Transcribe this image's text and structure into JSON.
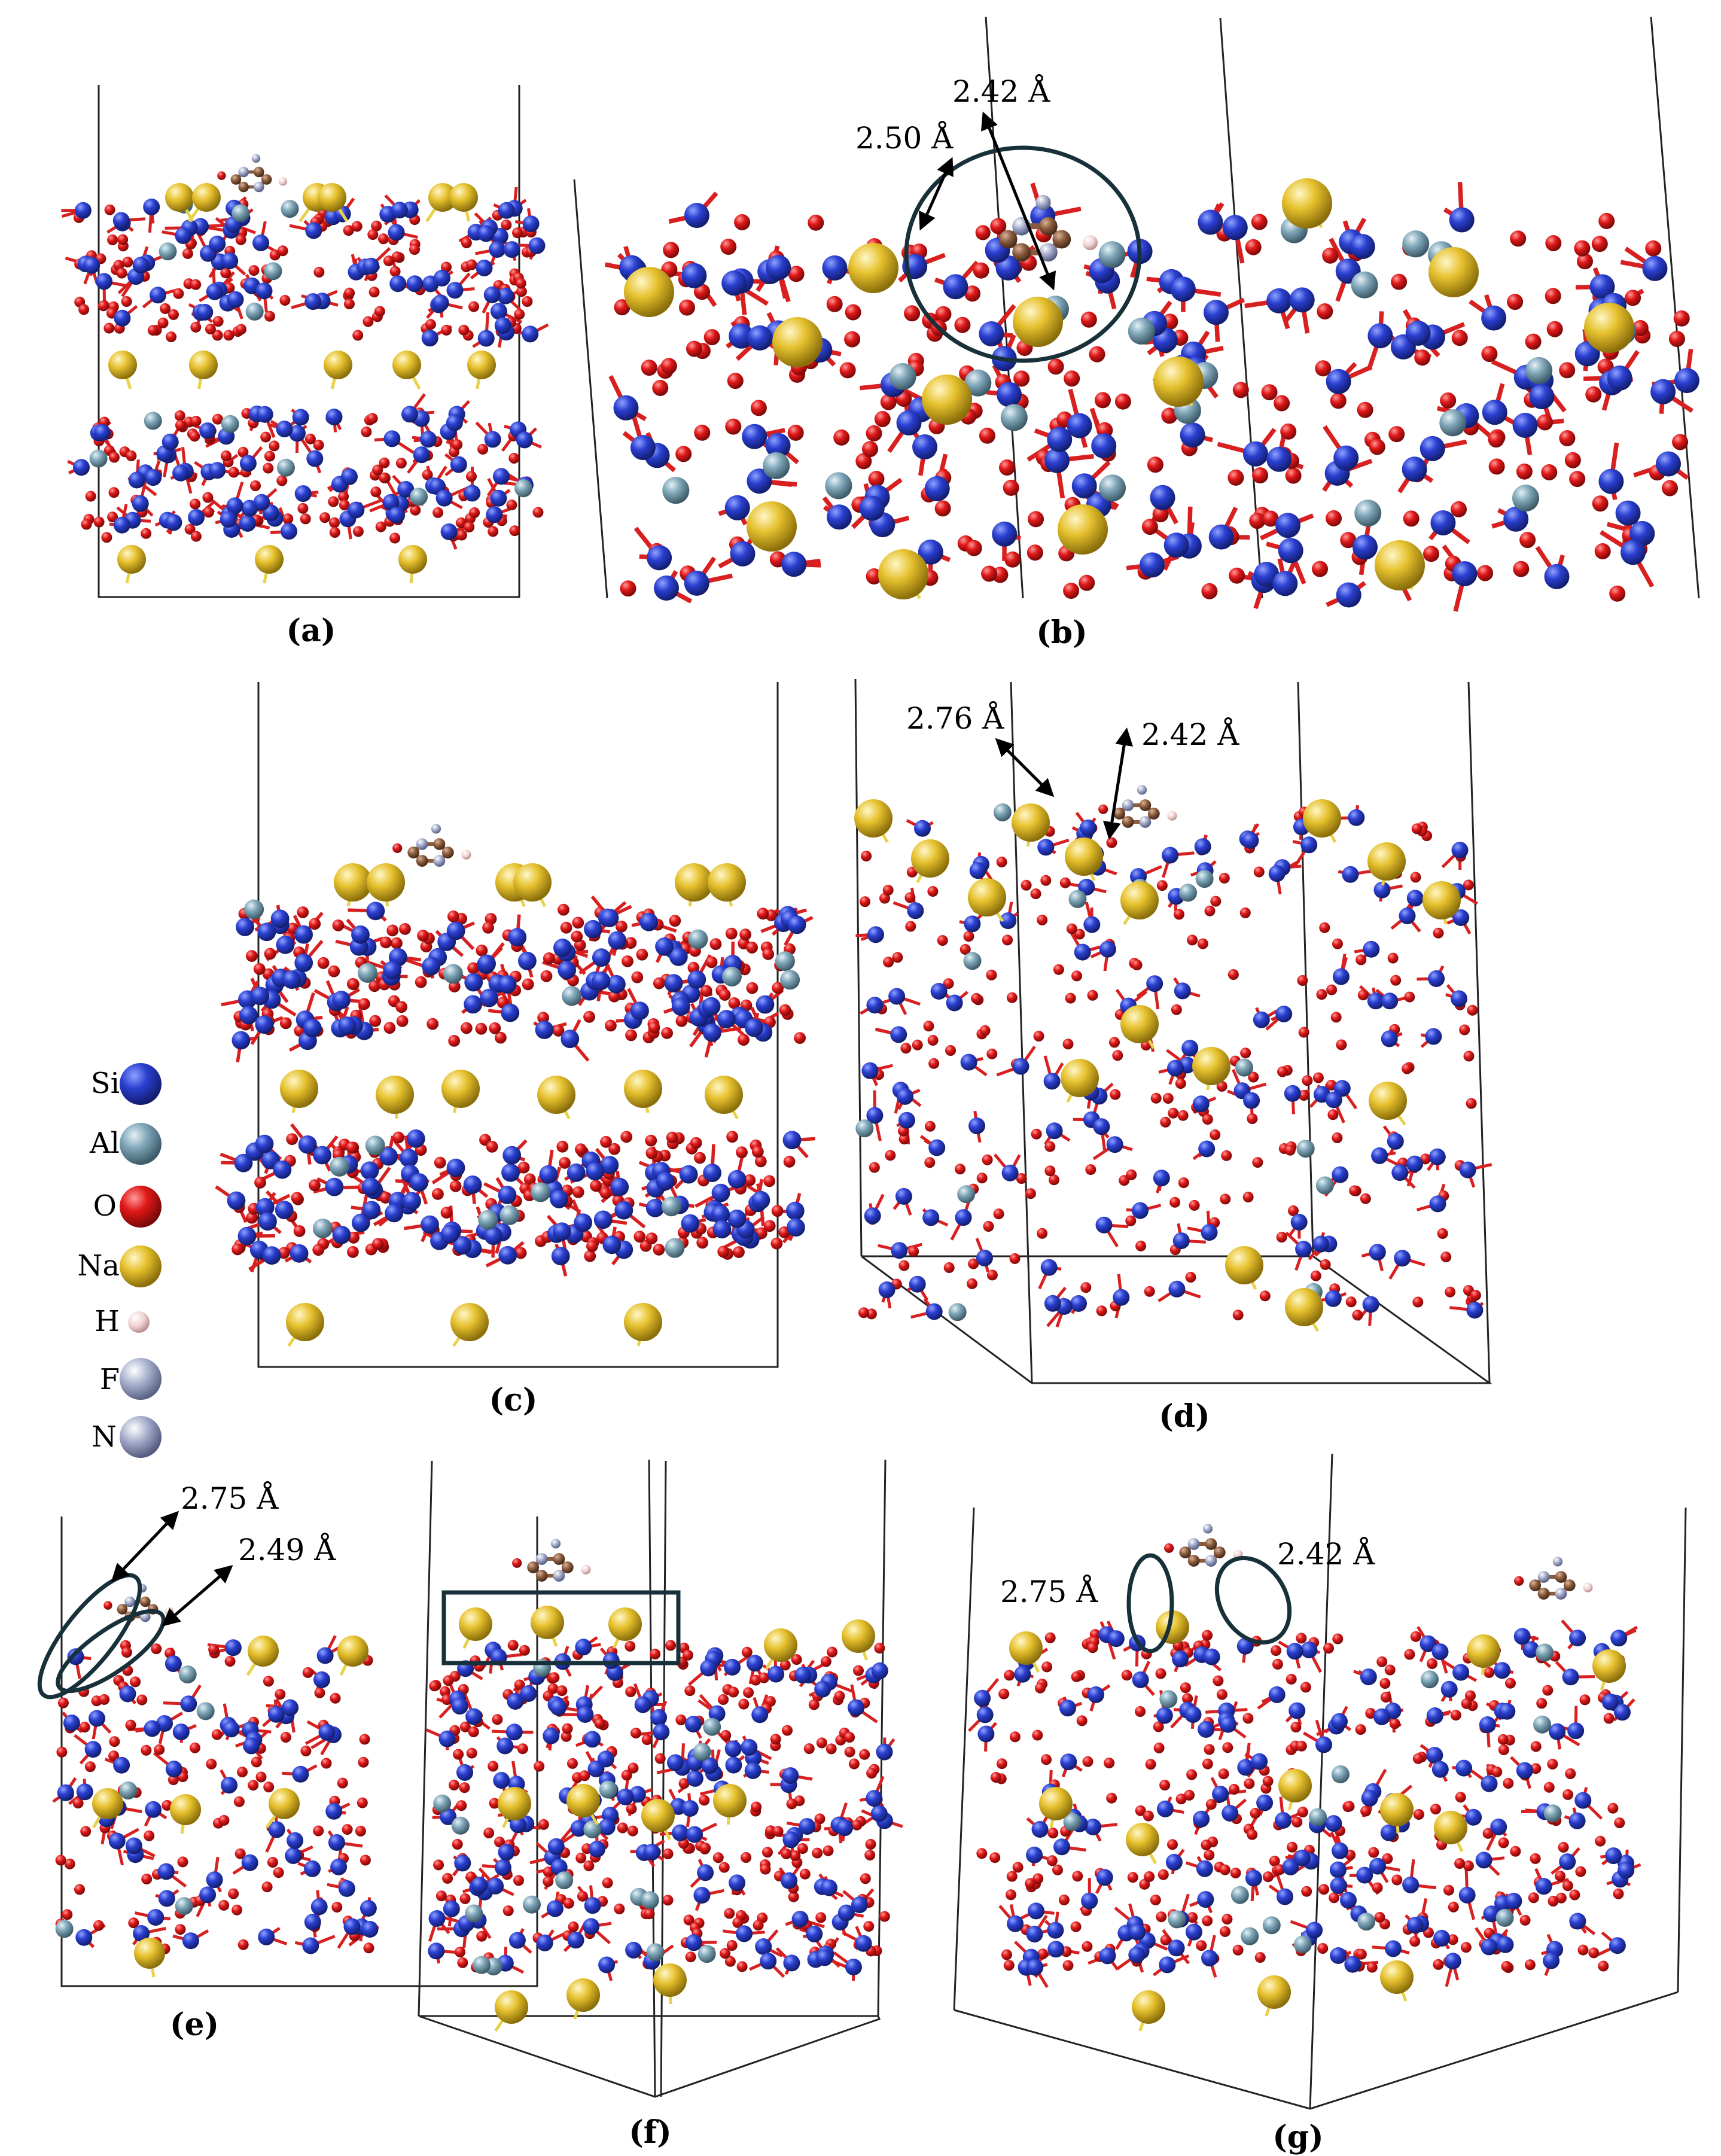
{
  "figure": {
    "panel_labels": [
      "(a)",
      "(b)",
      "(c)",
      "(d)",
      "(e)",
      "(f)",
      "(g)"
    ],
    "legend": [
      {
        "symbol": "Si",
        "color": "#2a3fd0"
      },
      {
        "symbol": "Al",
        "color": "#7fa6b8"
      },
      {
        "symbol": "O",
        "color": "#e01818"
      },
      {
        "symbol": "Na",
        "color": "#e6c12e"
      },
      {
        "symbol": "H",
        "color": "#f2d4d4"
      },
      {
        "symbol": "F",
        "color": "#a5aecc"
      },
      {
        "symbol": "N",
        "color": "#a2a8c8"
      }
    ],
    "distances": {
      "b": [
        "2.50 Å",
        "2.42 Å"
      ],
      "d": [
        "2.76 Å",
        "2.42 Å"
      ],
      "e": [
        "2.75 Å",
        "2.49 Å"
      ],
      "g": [
        "2.75 Å",
        "2.42 Å"
      ]
    },
    "colors": {
      "si": "#2a3fd0",
      "al": "#7fa6b8",
      "o": "#e01818",
      "na": "#e6c12e",
      "h": "#f2d4d4",
      "c": "#8a5a3c",
      "n": "#a2a8c8",
      "bond_red": "#d82020",
      "bond_yellow": "#e8d24a",
      "ellipse": "#17303a"
    }
  }
}
